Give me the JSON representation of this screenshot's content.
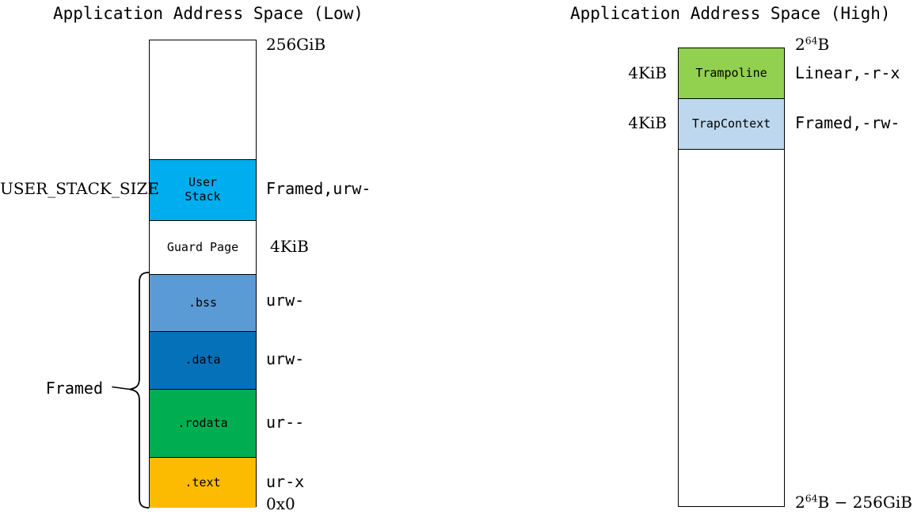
{
  "diagram": {
    "title_low": "Application Address Space (Low)",
    "title_high": "Application Address Space (High)"
  },
  "low_space": {
    "top_address": "256GiB",
    "bottom_address": "0x0",
    "stack_size_label": "USER_STACK_SIZE",
    "framed_brace_label": "Framed",
    "segments": [
      {
        "name": "",
        "right_label": "",
        "color": "#ffffff"
      },
      {
        "name_line1": "User",
        "name_line2": "Stack",
        "right_label": "Framed,urw-",
        "color": "#00ADEE"
      },
      {
        "name": "Guard Page",
        "right_label": "4KiB",
        "color": "#ffffff"
      },
      {
        "name": ".bss",
        "right_label": "urw-",
        "color": "#5B9BD5"
      },
      {
        "name": ".data",
        "right_label": "urw-",
        "color": "#0571B9"
      },
      {
        "name": ".rodata",
        "right_label": "ur--",
        "color": "#00AE52"
      },
      {
        "name": ".text",
        "right_label": "ur-x",
        "color": "#FDBB00"
      }
    ]
  },
  "high_space": {
    "top_address_base": "2",
    "top_address_exp": "64",
    "top_address_suffix": "B",
    "bottom_address_base": "2",
    "bottom_address_exp": "64",
    "bottom_address_suffix": "B − 256GiB",
    "segments": [
      {
        "name": "Trampoline",
        "size_label": "4KiB",
        "right_label": "Linear,-r-x",
        "color": "#92D050"
      },
      {
        "name": "TrapContext",
        "size_label": "4KiB",
        "right_label": "Framed,-rw-",
        "color": "#BDD7EE"
      },
      {
        "name": "",
        "size_label": "",
        "right_label": "",
        "color": "#ffffff"
      }
    ]
  },
  "colors": {
    "user_stack": "#00ADEE",
    "bss": "#5B9BD5",
    "data": "#0571B9",
    "rodata": "#00AE52",
    "text": "#FDBB00",
    "trampoline": "#92D050",
    "trapcontext": "#BDD7EE",
    "outline": "#000000",
    "background": "#ffffff"
  }
}
